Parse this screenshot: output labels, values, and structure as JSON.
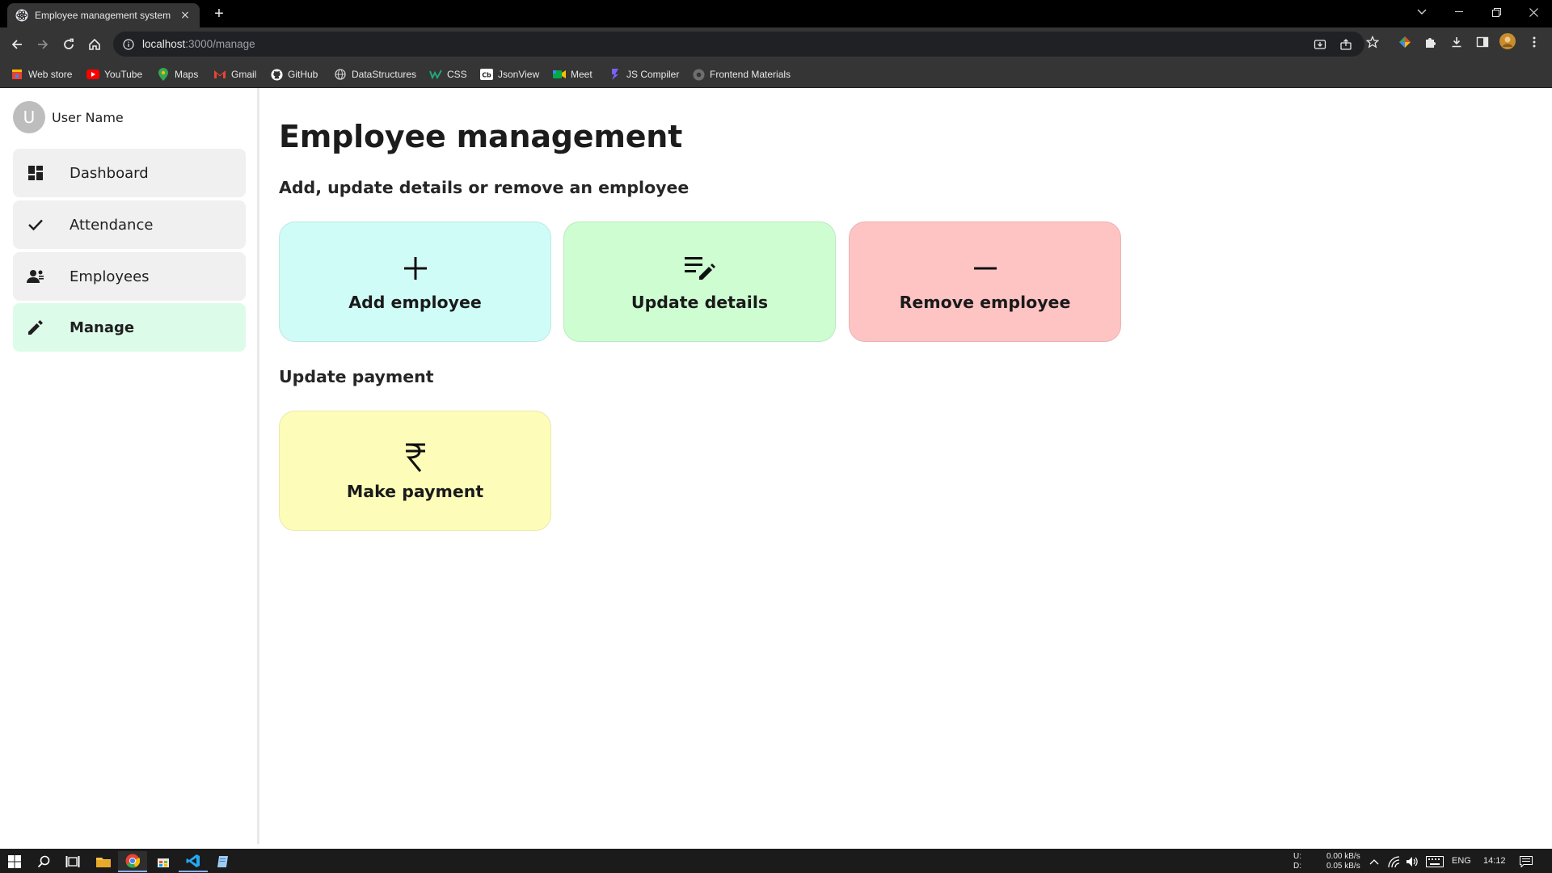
{
  "browser": {
    "tab_title": "Employee management system",
    "tab_close": "×",
    "new_tab": "+",
    "url_host": "localhost",
    "url_path": ":3000/manage"
  },
  "bookmarks": [
    {
      "label": "Web store",
      "icon": "web-store-icon",
      "color": "#e94235"
    },
    {
      "label": "YouTube",
      "icon": "youtube-icon",
      "color": "#ff0000"
    },
    {
      "label": "Maps",
      "icon": "maps-icon",
      "color": "#34a853"
    },
    {
      "label": "Gmail",
      "icon": "gmail-icon",
      "color": "#ea4335"
    },
    {
      "label": "GitHub",
      "icon": "github-icon",
      "color": "#ffffff"
    },
    {
      "label": "DataStructures",
      "icon": "globe-icon",
      "color": "#cfcfcf"
    },
    {
      "label": "CSS",
      "icon": "css-icon",
      "color": "#1fa67a"
    },
    {
      "label": "JsonView",
      "icon": "jsonview-icon",
      "color": "#ffffff"
    },
    {
      "label": "Meet",
      "icon": "meet-icon",
      "color": "#00ac47"
    },
    {
      "label": "JS Compiler",
      "icon": "js-compiler-icon",
      "color": "#7b61ff"
    },
    {
      "label": "Frontend Materials",
      "icon": "github-icon",
      "color": "#6e6e6e"
    }
  ],
  "sidebar": {
    "avatar_letter": "U",
    "user_name": "User Name",
    "items": [
      {
        "label": "Dashboard",
        "icon": "dashboard-icon",
        "active": false
      },
      {
        "label": "Attendance",
        "icon": "check-icon",
        "active": false
      },
      {
        "label": "Employees",
        "icon": "people-icon",
        "active": false
      },
      {
        "label": "Manage",
        "icon": "pencil-icon",
        "active": true
      }
    ]
  },
  "main": {
    "title": "Employee management",
    "sections": [
      {
        "heading": "Add, update details or remove an employee",
        "cards": [
          {
            "label": "Add employee",
            "icon": "plus-icon",
            "color": "#cffcf6"
          },
          {
            "label": "Update details",
            "icon": "edit-note-icon",
            "color": "#cdfdd0"
          },
          {
            "label": "Remove employee",
            "icon": "minus-icon",
            "color": "#fec3c3"
          }
        ]
      },
      {
        "heading": "Update payment",
        "cards": [
          {
            "label": "Make payment",
            "icon": "rupee-icon",
            "color": "#fdfdb9"
          }
        ]
      }
    ]
  },
  "taskbar": {
    "net_up_label": "U:",
    "net_down_label": "D:",
    "net_up": "0.00 kB/s",
    "net_down": "0.05 kB/s",
    "language": "ENG",
    "time": "14:12"
  }
}
